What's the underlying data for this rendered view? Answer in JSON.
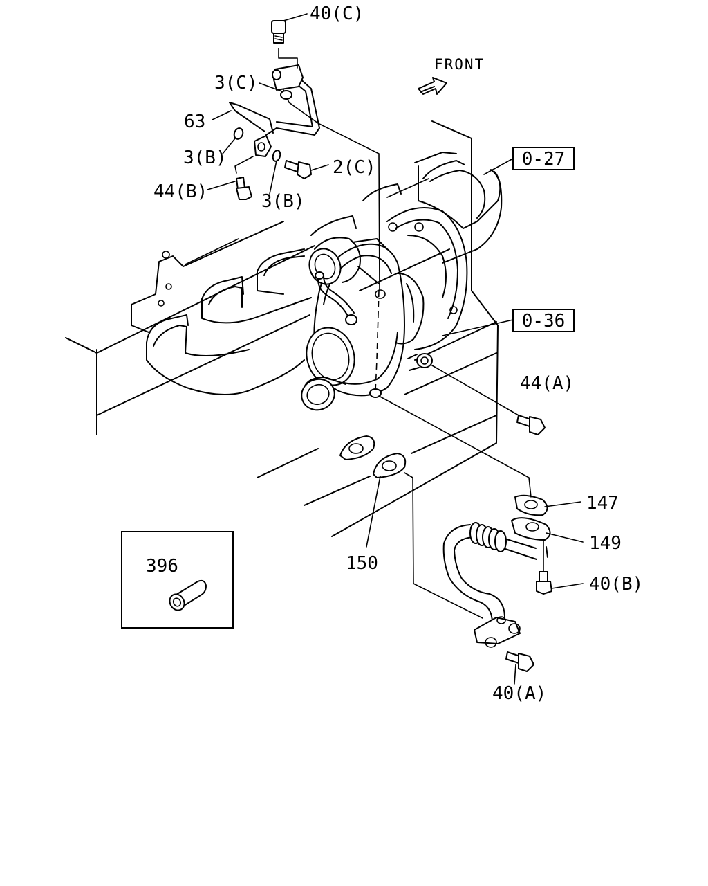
{
  "diagram": {
    "direction_label": "FRONT",
    "callouts": {
      "p40c": "40(C)",
      "p3c": "3(C)",
      "p63": "63",
      "p3b_upper": "3(B)",
      "p2c": "2(C)",
      "p44b": "44(B)",
      "p3b_lower": "3(B)",
      "ref027": "0-27",
      "ref036": "0-36",
      "p44a": "44(A)",
      "p147": "147",
      "p149": "149",
      "p40b": "40(B)",
      "p150": "150",
      "p40a": "40(A)",
      "p396": "396"
    }
  }
}
